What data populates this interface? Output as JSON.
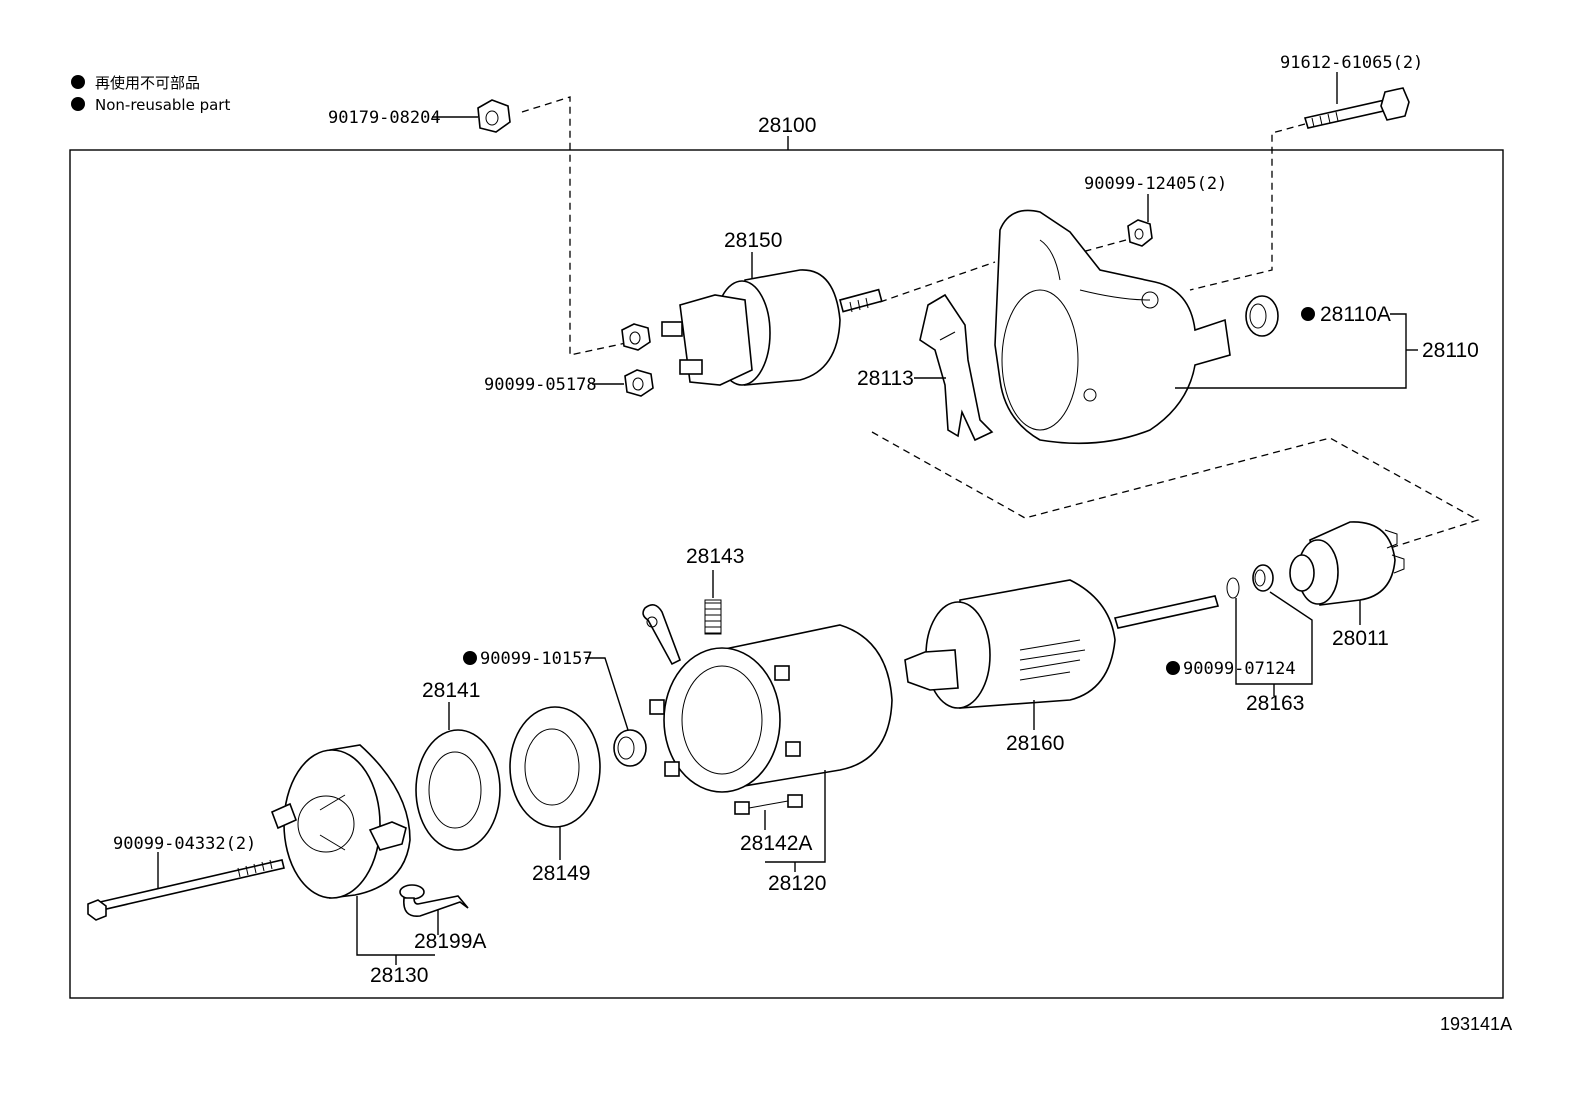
{
  "legend": {
    "items": [
      {
        "text": "再使用不可部品"
      },
      {
        "text": "Non-reusable part"
      }
    ]
  },
  "assembly_label": "28100",
  "figure_id": "193141A",
  "callouts": {
    "c90179": "90179-08204",
    "c91612": "91612-61065(2)",
    "c90099_12405": "90099-12405(2)",
    "c28150": "28150",
    "c28110A": "28110A",
    "c28110": "28110",
    "c28113": "28113",
    "c90099_05178": "90099-05178",
    "c28143": "28143",
    "c90099_10157": "90099-10157",
    "c28141": "28141",
    "c28149": "28149",
    "c28160": "28160",
    "c90099_07124": "90099-07124",
    "c28163": "28163",
    "c28011": "28011",
    "c90099_04332": "90099-04332(2)",
    "c28142A": "28142A",
    "c28120": "28120",
    "c28199A": "28199A",
    "c28130": "28130"
  }
}
